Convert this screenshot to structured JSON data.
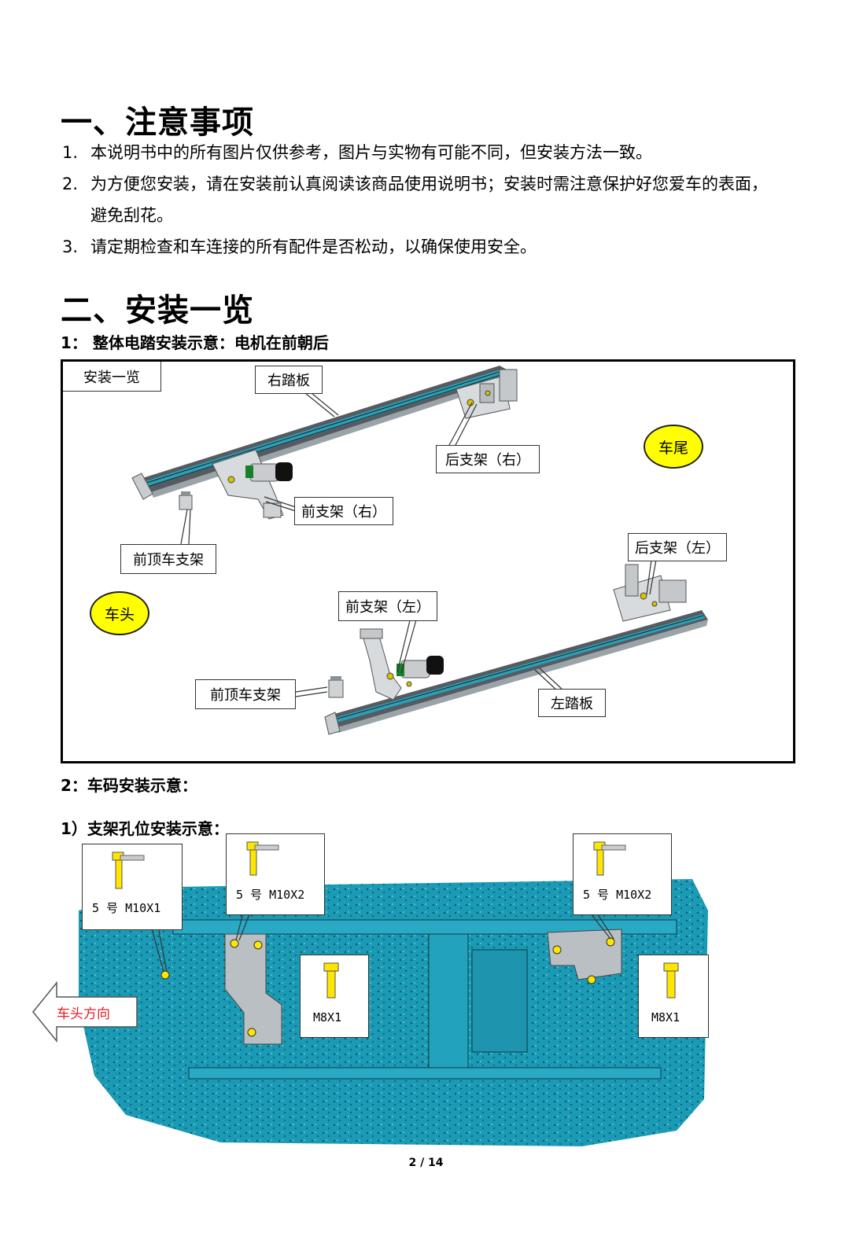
{
  "section1": {
    "heading": "一、注意事项",
    "items": [
      {
        "num": "1.",
        "text": "本说明书中的所有图片仅供参考，图片与实物有可能不同，但安装方法一致。"
      },
      {
        "num": "2.",
        "text": "为方便您安装，请在安装前认真阅读该商品使用说明书；安装时需注意保护好您爱车的表面，",
        "cont": "避免刮花。"
      },
      {
        "num": "3.",
        "text": "请定期检查和车连接的所有配件是否松动，以确保使用安全。"
      }
    ]
  },
  "section2": {
    "heading": "二、安装一览",
    "sub1": "1：  整体电踏安装示意：电机在前朝后",
    "diagram": {
      "corner_label": "安装一览",
      "labels": {
        "right_board": "右踏板",
        "rear_bracket_right": "后支架（右）",
        "front_bracket_right": "前支架（右）",
        "front_top_bracket_1": "前顶车支架",
        "rear_bracket_left": "后支架（左）",
        "front_bracket_left": "前支架（左）",
        "front_top_bracket_2": "前顶车支架",
        "left_board": "左踏板"
      },
      "rear_tag": "车尾",
      "front_tag": "车头"
    },
    "sub2": "2：车码安装示意：",
    "sub3": "1）支架孔位安装示意：",
    "chassis": {
      "bolt_labels": [
        "5 号 M10X1",
        "5 号 M10X2",
        "M8X1",
        "5 号 M10X2",
        "M8X1"
      ],
      "direction": "车头方向"
    }
  },
  "footer": {
    "page": "2 / 14"
  },
  "colors": {
    "chassis": "#1a9ab5",
    "tag_yellow": "#ffff00",
    "arrow_text": "#e0202a",
    "bolt_yellow": "#ffe600"
  }
}
